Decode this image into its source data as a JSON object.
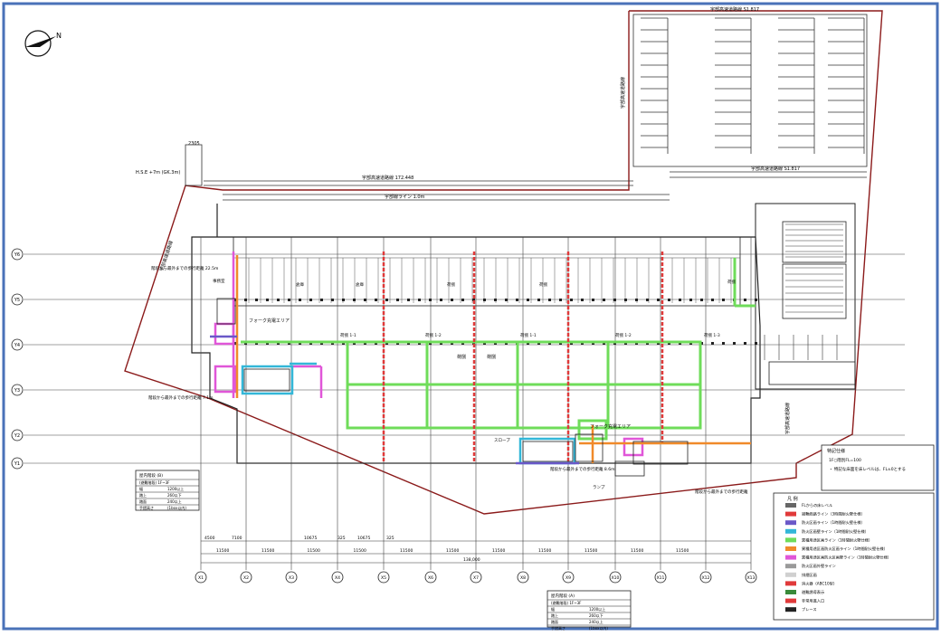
{
  "drawing": {
    "north_mark": "N",
    "road_top": "宇部高速道路線 S1.817",
    "road_mid": "宇部高速道路線 172.448",
    "road_line": "宇部線ライン 1.0m",
    "road_left_label": "H.S.E +7m (GK.3m)",
    "road_left_value": "2305",
    "road_diag_left": "宇部高速道路線",
    "road_diag_right": "宇部高速道路線",
    "grid_rows": [
      "Y6",
      "Y5",
      "Y4",
      "Y3",
      "Y2",
      "Y1"
    ],
    "grid_cols": [
      "X1",
      "X2",
      "X3",
      "X4",
      "X5",
      "X6",
      "X7",
      "X8",
      "X9",
      "X10",
      "X11",
      "X12",
      "X13"
    ],
    "dim_top": [
      "4500",
      "7100",
      "10675",
      "325",
      "10675",
      "325"
    ],
    "dim_spans": [
      "11500",
      "11500",
      "11500",
      "11500",
      "11500",
      "11500",
      "11500",
      "11500",
      "11500",
      "11500",
      "11500"
    ],
    "dim_total": "138,000",
    "room_labels": [
      "荷捌 1-1",
      "荷捌 1-2",
      "荷捌 1-1",
      "荷捌 1-2",
      "荷捌 1-3"
    ],
    "room_small": [
      "事務室",
      "倉庫",
      "倉庫",
      "荷捌",
      "荷捌",
      "荷捌"
    ],
    "forklift_1": "フォーク充電エリア",
    "forklift_2": "フォーク充電エリア",
    "note_escape_1": "階段から最外までの歩行距離 22.5m",
    "note_escape_2": "階段から最外までの歩行距離 8.6m",
    "note_escape_3": "階段から最外までの歩行距離 7.1m",
    "note_escape_4": "階段から最外までの歩行距離",
    "slope_label": "スロープ",
    "ramp_label": "ランプ",
    "spec_table_1": {
      "title": "屋内階段 (B)",
      "rows": [
        [
          "(避難階段) 1F~3F",
          ""
        ],
        [
          "幅",
          "1200以上"
        ],
        [
          "踏上",
          "260以下"
        ],
        [
          "踏面",
          "240以上"
        ],
        [
          "手摺高さ",
          "(1box以内)"
        ]
      ]
    },
    "spec_table_2": {
      "title": "屋内階段 (A)",
      "rows": [
        [
          "(避難階段) 1F~3F",
          ""
        ],
        [
          "幅",
          "1200以上"
        ],
        [
          "踏上",
          "260以下"
        ],
        [
          "踏面",
          "240以上"
        ],
        [
          "手摺高さ",
          "(1box以内)"
        ]
      ]
    },
    "notes_box": {
      "title": "特記仕様",
      "lines": [
        "1F○階別FL=100",
        "・ 特記な床面を床レベルは、FL±0とする"
      ]
    },
    "legend": {
      "title": "凡 例",
      "items": [
        {
          "label": "FLからの床レベル",
          "color": "#666666"
        },
        {
          "label": "避難経路ライン（3時間耐火壁仕様）",
          "color": "#e03a3a"
        },
        {
          "label": "防火区画ライン（1時間耐火壁仕様）",
          "color": "#6a58c8"
        },
        {
          "label": "防火区画壁ライン（1時間耐火壁仕様）",
          "color": "#33b7d8"
        },
        {
          "label": "異種用途区画ライン（1時間耐火壁仕様）",
          "color": "#6fdc5a"
        },
        {
          "label": "異種用途区画防火区画ライン（1時間耐火壁仕様）",
          "color": "#f08a2a"
        },
        {
          "label": "異種用途区画防火区画壁ライン（1時間耐火壁仕様）",
          "color": "#e056d8"
        },
        {
          "label": "防火区画外壁ライン",
          "color": "#9a9a9a"
        },
        {
          "label": "排煙区画",
          "color": "#d0d0d0"
        },
        {
          "label": "消火器（ABC10型）",
          "color": "#e03a3a"
        },
        {
          "label": "避難誘導表示",
          "color": "#3a8a3a"
        },
        {
          "label": "非常用進入口",
          "color": "#e03a3a"
        },
        {
          "label": "ブレース",
          "color": "#222222"
        }
      ]
    }
  }
}
